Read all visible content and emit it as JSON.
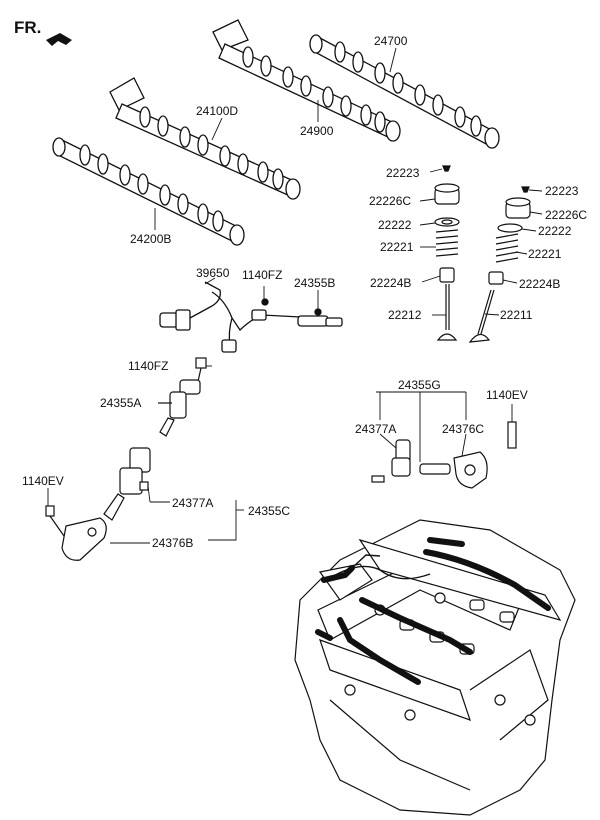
{
  "orientation": {
    "label": "FR."
  },
  "labels": {
    "p24700": "24700",
    "p24100D": "24100D",
    "p24900": "24900",
    "p24200B": "24200B",
    "p22223_a": "22223",
    "p22226C_a": "22226C",
    "p22222_a": "22222",
    "p22221_a": "22221",
    "p22224B_a": "22224B",
    "p22212": "22212",
    "p22223_b": "22223",
    "p22226C_b": "22226C",
    "p22222_b": "22222",
    "p22221_b": "22221",
    "p22224B_b": "22224B",
    "p22211": "22211",
    "p39650": "39650",
    "p1140FZ_a": "1140FZ",
    "p24355B": "24355B",
    "p1140FZ_b": "1140FZ",
    "p24355A": "24355A",
    "p24355G": "24355G",
    "p1140EV_a": "1140EV",
    "p24377A_a": "24377A",
    "p24376C": "24376C",
    "p1140EV_b": "1140EV",
    "p24377A_b": "24377A",
    "p24355C": "24355C",
    "p24376B": "24376B"
  }
}
